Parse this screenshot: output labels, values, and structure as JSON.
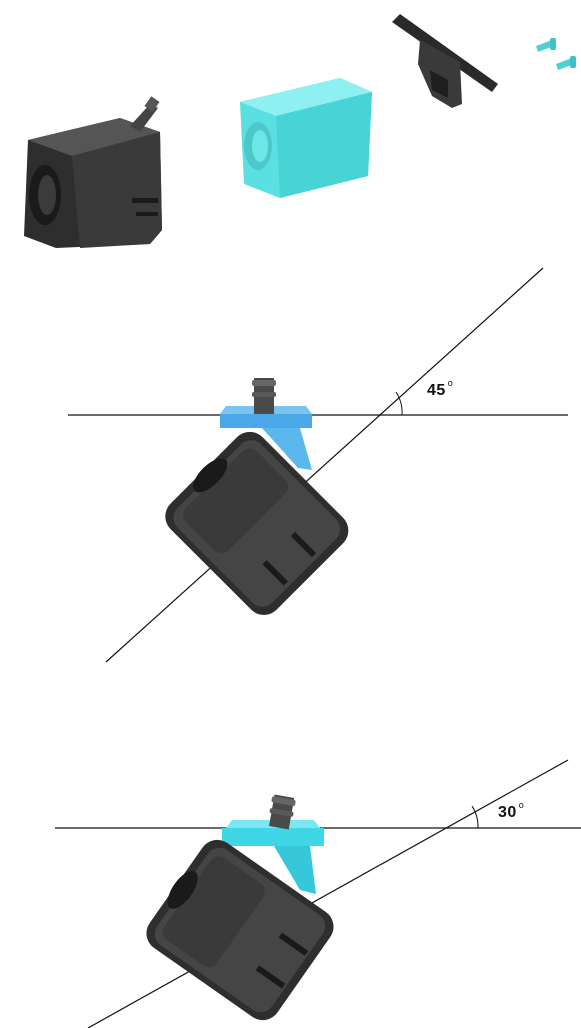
{
  "diagram": {
    "parts": [
      {
        "name": "housing",
        "color": "#2e2e2e"
      },
      {
        "name": "insert",
        "color": "#5ae0e0"
      },
      {
        "name": "mount-bracket",
        "color": "#333333"
      },
      {
        "name": "screws",
        "color": "#4fd0d6"
      }
    ],
    "views": [
      {
        "angle": "45",
        "bracket_color": "#4aa8e8"
      },
      {
        "angle": "30",
        "bracket_color": "#3fd6e6"
      }
    ],
    "colors": {
      "line": "#111111",
      "body_dark": "#2a2a2a",
      "body_mid": "#555555"
    }
  }
}
